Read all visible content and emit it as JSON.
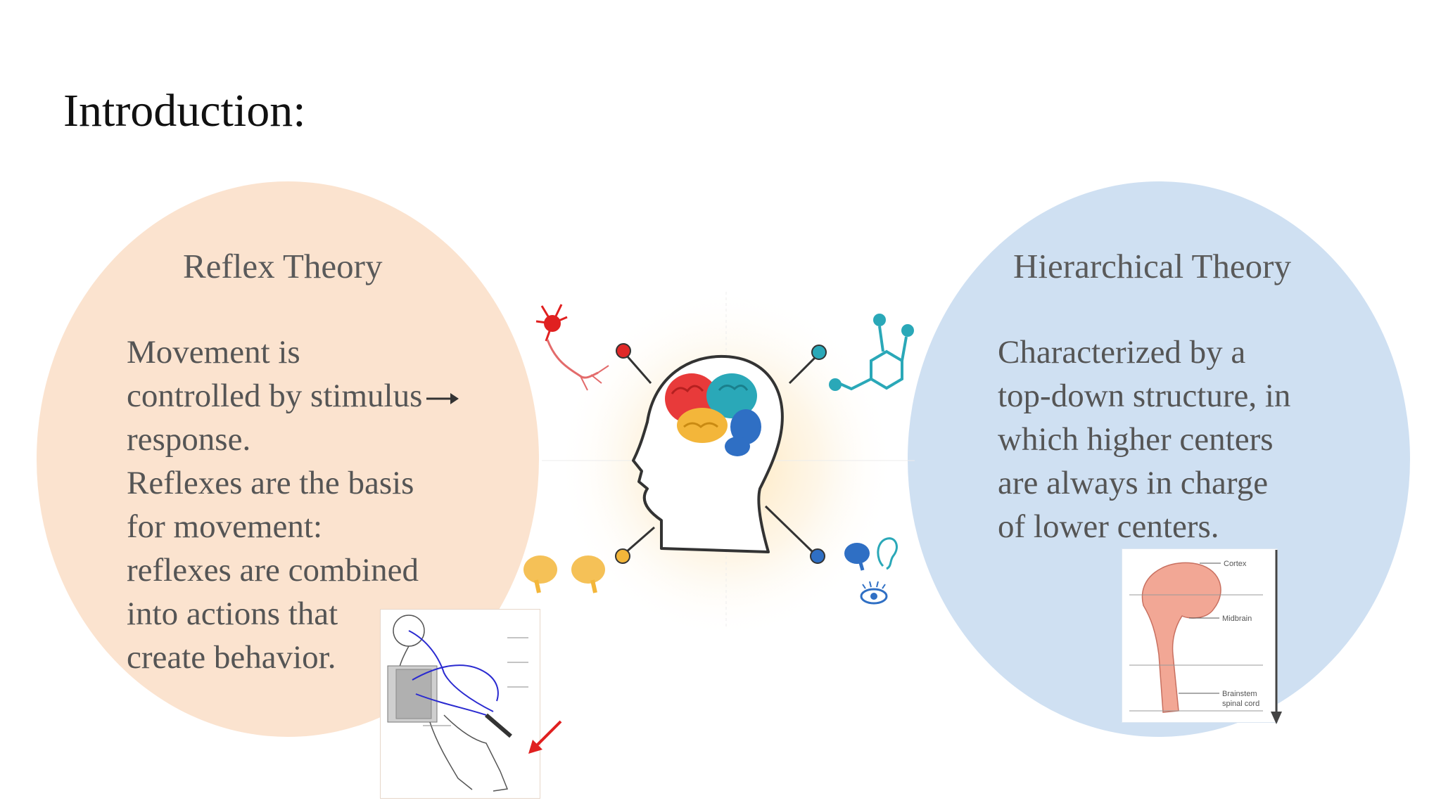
{
  "slide": {
    "title": "Introduction:"
  },
  "reflex": {
    "heading": "Reflex Theory",
    "lines": [
      "Movement is",
      "controlled by stimulus",
      "response.",
      "Reflexes are the basis",
      "for movement:",
      "reflexes are combined",
      "into actions that",
      "create behavior."
    ]
  },
  "hierarchical": {
    "heading": "Hierarchical Theory",
    "lines": [
      "Characterized by a",
      "top-down structure, in",
      "which higher centers",
      "are always in charge",
      "of lower centers."
    ]
  },
  "diagram": {
    "labels": [
      "Cortex",
      "Midbrain",
      "Brainstem",
      "spinal cord"
    ]
  },
  "colors": {
    "reflex_circle": "#fbe3cf",
    "hierarchical_circle": "#cfe0f2",
    "accent_red": "#e02020"
  },
  "icons": [
    "neuron-icon",
    "molecule-icon",
    "head-brain-icon",
    "small-brain-icon",
    "eye-icon",
    "ear-icon",
    "arrow-right-icon",
    "arrow-down-icon"
  ]
}
